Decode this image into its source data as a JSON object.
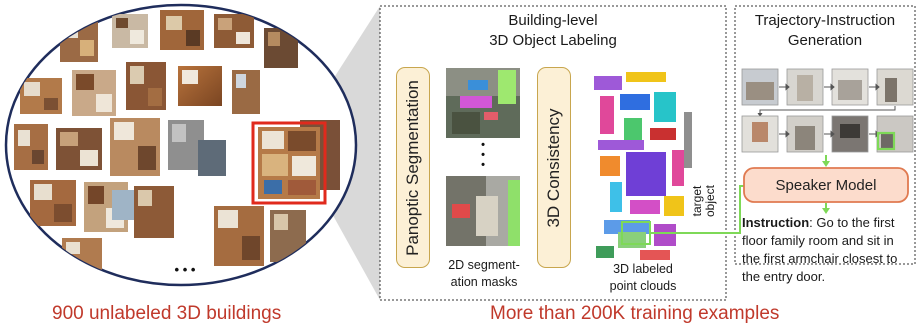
{
  "left": {
    "caption": "900 unlabeled 3D buildings",
    "ellipsis": "• • •"
  },
  "middle": {
    "title_line1": "Building-level",
    "title_line2": "3D Object Labeling",
    "panoptic_label": "Panoptic Segmentation",
    "consistency_label": "3D Consistency",
    "ellipsis": "•\n•\n•",
    "masks_caption_line1": "2D segment-",
    "masks_caption_line2": "ation masks",
    "clouds_caption_line1": "3D labeled",
    "clouds_caption_line2": "point clouds",
    "target_label": "target object"
  },
  "right": {
    "title_line1": "Trajectory-Instruction",
    "title_line2": "Generation",
    "speaker_label": "Speaker Model",
    "instruction_prefix": "Instruction",
    "instruction_text": ": Go to the first floor family room and sit in the first armchair closest to the entry door."
  },
  "bottom_caption": "More than 200K training examples",
  "colors": {
    "accent_red": "#c0392b",
    "arrow_green": "#7ed957",
    "box_fill": "#fcf0d6",
    "box_border": "#c8a64e",
    "ellipse_border": "#1f2d5c"
  }
}
